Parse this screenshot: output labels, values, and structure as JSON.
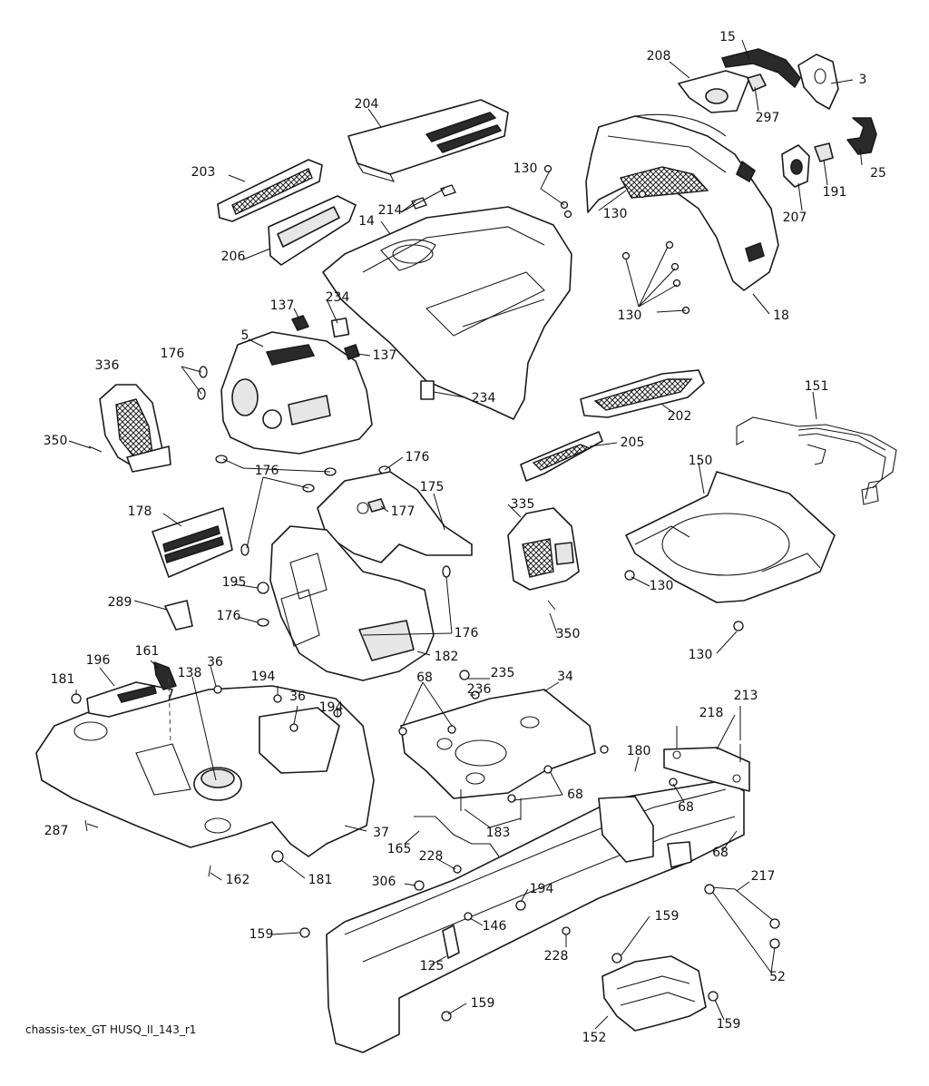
{
  "diagram": {
    "caption": "chassis-tex_GT HUSQ_II_143_r1",
    "callouts": [
      {
        "text": "15"
      },
      {
        "text": "208"
      },
      {
        "text": "3"
      },
      {
        "text": "297"
      },
      {
        "text": "204"
      },
      {
        "text": "25"
      },
      {
        "text": "130"
      },
      {
        "text": "191"
      },
      {
        "text": "207"
      },
      {
        "text": "203"
      },
      {
        "text": "214"
      },
      {
        "text": "14"
      },
      {
        "text": "130"
      },
      {
        "text": "206"
      },
      {
        "text": "234"
      },
      {
        "text": "137"
      },
      {
        "text": "130"
      },
      {
        "text": "18"
      },
      {
        "text": "5"
      },
      {
        "text": "137"
      },
      {
        "text": "176"
      },
      {
        "text": "336"
      },
      {
        "text": "234"
      },
      {
        "text": "151"
      },
      {
        "text": "202"
      },
      {
        "text": "350"
      },
      {
        "text": "176"
      },
      {
        "text": "205"
      },
      {
        "text": "176"
      },
      {
        "text": "150"
      },
      {
        "text": "175"
      },
      {
        "text": "335"
      },
      {
        "text": "178"
      },
      {
        "text": "177"
      },
      {
        "text": "130"
      },
      {
        "text": "195"
      },
      {
        "text": "289"
      },
      {
        "text": "350"
      },
      {
        "text": "176"
      },
      {
        "text": "176"
      },
      {
        "text": "130"
      },
      {
        "text": "182"
      },
      {
        "text": "196"
      },
      {
        "text": "161"
      },
      {
        "text": "36"
      },
      {
        "text": "138"
      },
      {
        "text": "68"
      },
      {
        "text": "235"
      },
      {
        "text": "34"
      },
      {
        "text": "181"
      },
      {
        "text": "194"
      },
      {
        "text": "36"
      },
      {
        "text": "194"
      },
      {
        "text": "236"
      },
      {
        "text": "213"
      },
      {
        "text": "218"
      },
      {
        "text": "180"
      },
      {
        "text": "68"
      },
      {
        "text": "68"
      },
      {
        "text": "287"
      },
      {
        "text": "37"
      },
      {
        "text": "183"
      },
      {
        "text": "68"
      },
      {
        "text": "165"
      },
      {
        "text": "228"
      },
      {
        "text": "162"
      },
      {
        "text": "181"
      },
      {
        "text": "217"
      },
      {
        "text": "306"
      },
      {
        "text": "194"
      },
      {
        "text": "159"
      },
      {
        "text": "159"
      },
      {
        "text": "146"
      },
      {
        "text": "228"
      },
      {
        "text": "52"
      },
      {
        "text": "125"
      },
      {
        "text": "159"
      },
      {
        "text": "159"
      },
      {
        "text": "152"
      }
    ]
  }
}
